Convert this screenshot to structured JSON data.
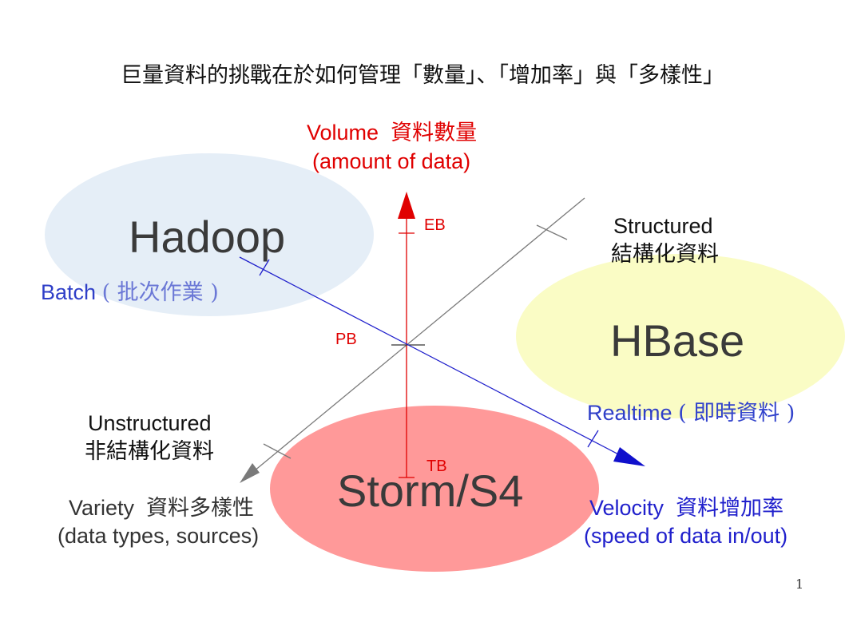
{
  "title": "巨量資料的挑戰在於如何管理「數量」、「增加率」與「多樣性」",
  "ellipses": {
    "hadoop": {
      "label": "Hadoop",
      "color": "#e5eef7"
    },
    "hbase": {
      "label": "HBase",
      "color": "#fafcc5"
    },
    "storm": {
      "label": "Storm/S4",
      "color": "#ff9999"
    }
  },
  "volume": {
    "label_en": "Volume",
    "label_zh": "資料數量",
    "desc": "(amount of data)",
    "color": "#e00000"
  },
  "velocity": {
    "label_en": "Velocity",
    "label_zh": "資料增加率",
    "desc": "(speed of data in/out)",
    "color": "#2020cc"
  },
  "variety": {
    "label_en": "Variety",
    "label_zh": "資料多樣性",
    "desc": "(data types, sources)",
    "color": "#333333"
  },
  "structured": {
    "en": "Structured",
    "zh": "結構化資料"
  },
  "unstructured": {
    "en": "Unstructured",
    "zh": "非結構化資料"
  },
  "batch": {
    "en": "Batch",
    "zh": "( 批次作業 )",
    "color": "#2f3fc8"
  },
  "realtime": {
    "en": "Realtime",
    "zh": "( 即時資料 )",
    "color": "#2f3fc8"
  },
  "ticks": {
    "eb": "EB",
    "pb": "PB",
    "tb": "TB"
  },
  "page_number": "1"
}
